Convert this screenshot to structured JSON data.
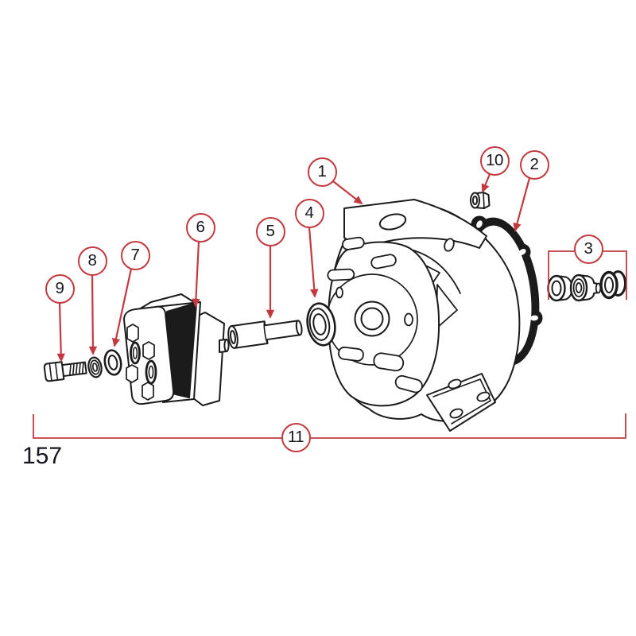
{
  "figure": {
    "number": "157"
  },
  "colors": {
    "background": "#ffffff",
    "line_art": "#1b1b1b",
    "callout_accent": "#c23a40",
    "callout_text": "#16161e"
  },
  "callouts": [
    {
      "label": "1",
      "icon": "pump-housing-drawing"
    },
    {
      "label": "2",
      "icon": "gasket-drawing"
    },
    {
      "label": "3",
      "icon": "seal-kit-drawing"
    },
    {
      "label": "4",
      "icon": "shaft-seal-ring-drawing"
    },
    {
      "label": "5",
      "icon": "pump-shaft-sleeve-drawing"
    },
    {
      "label": "6",
      "icon": "gear-pump-drawing"
    },
    {
      "label": "7",
      "icon": "flat-washer-drawing"
    },
    {
      "label": "8",
      "icon": "lock-washer-drawing"
    },
    {
      "label": "9",
      "icon": "hex-bolt-drawing"
    },
    {
      "label": "10",
      "icon": "hex-nut-drawing"
    },
    {
      "label": "11",
      "icon": "assembly-span-bracket"
    }
  ]
}
